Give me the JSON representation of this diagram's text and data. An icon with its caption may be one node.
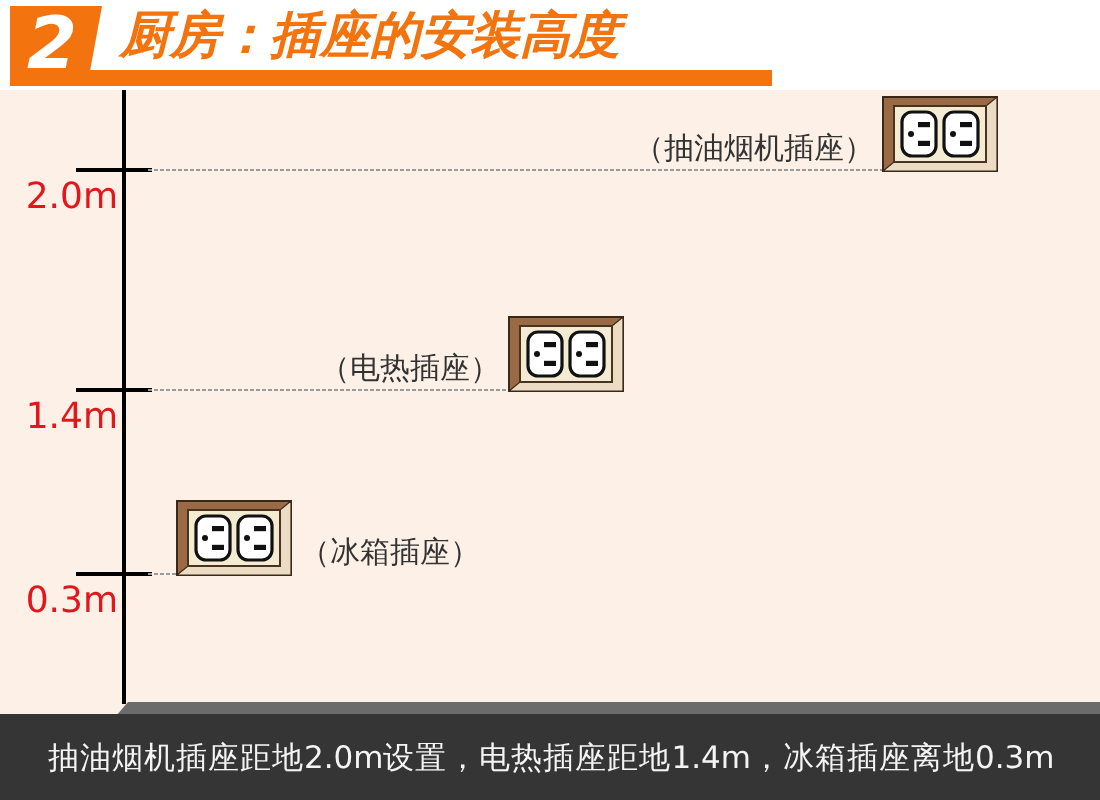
{
  "diagram": {
    "title": "厨房：插座的安装高度",
    "caption": "抽油烟机插座距地2.0m设置，电热插座距地1.4m，冰箱插座离地0.3m",
    "nodes": [
      {
        "text": [],
        "shape": "picture",
        "beside": [
          "（抽油烟机插座）"
        ]
      },
      {
        "text": [],
        "shape": "picture",
        "beside": [
          "（电热插座）"
        ]
      },
      {
        "text": [],
        "shape": "picture",
        "beside": [
          "（冰箱插座）"
        ]
      }
    ],
    "labels": [
      "2",
      "2.0m",
      "1.4m",
      "0.3m"
    ]
  }
}
